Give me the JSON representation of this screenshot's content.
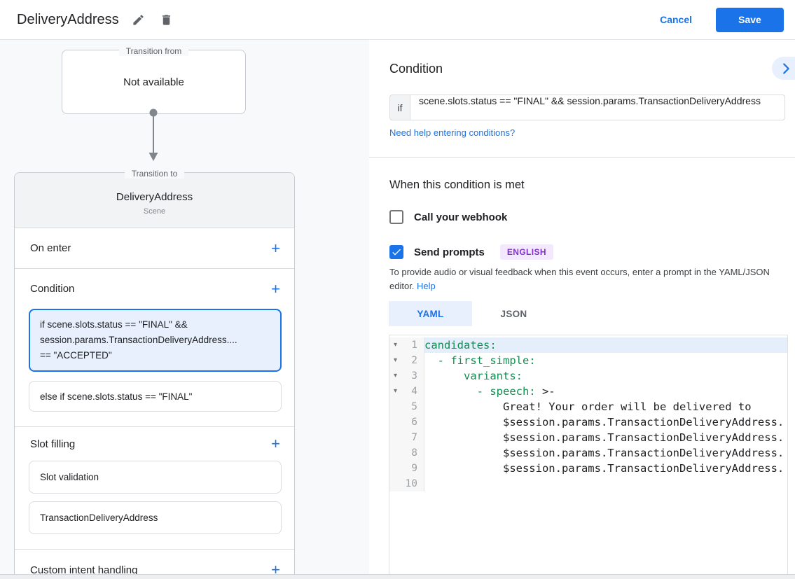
{
  "topbar": {
    "title": "DeliveryAddress",
    "cancel_label": "Cancel",
    "save_label": "Save"
  },
  "icons": {
    "add": "+",
    "fold": "▾"
  },
  "flow": {
    "from_label": "Transition from",
    "from_value": "Not available",
    "to_label": "Transition to",
    "scene_name": "DeliveryAddress",
    "scene_type": "Scene",
    "sections": {
      "on_enter": "On enter",
      "condition": "Condition",
      "slot_filling": "Slot filling",
      "custom_intent": "Custom intent handling"
    },
    "condition_chips": {
      "selected_lines": [
        "if scene.slots.status == \"FINAL\" &&",
        "session.params.TransactionDeliveryAddress....",
        "== \"ACCEPTED\""
      ],
      "else_chip": "else if scene.slots.status == \"FINAL\""
    },
    "slot_items": [
      "Slot validation",
      "TransactionDeliveryAddress"
    ]
  },
  "panel": {
    "title": "Condition",
    "if_label": "if",
    "if_value": "scene.slots.status == \"FINAL\" && session.params.TransactionDeliveryAddress",
    "help_link": "Need help entering conditions?",
    "met_heading": "When this condition is met",
    "webhook_label": "Call your webhook",
    "prompts_label": "Send prompts",
    "language_badge": "ENGLISH",
    "hint_text": "To provide audio or visual feedback when this event occurs, enter a prompt in the YAML/JSON editor.",
    "hint_help_label": "Help",
    "tabs": {
      "yaml": "YAML",
      "json": "JSON"
    }
  },
  "editor": {
    "lines": [
      {
        "n": "1",
        "fold": "▾",
        "key": "candidates:",
        "rest": ""
      },
      {
        "n": "2",
        "fold": "▾",
        "key": "  - first_simple:",
        "rest": ""
      },
      {
        "n": "3",
        "fold": "▾",
        "key": "      variants:",
        "rest": ""
      },
      {
        "n": "4",
        "fold": "▾",
        "key": "        - speech:",
        "rest": " >-"
      },
      {
        "n": "5",
        "fold": "",
        "key": "",
        "rest": "            Great! Your order will be delivered to"
      },
      {
        "n": "6",
        "fold": "",
        "key": "",
        "rest": "            $session.params.TransactionDeliveryAddress."
      },
      {
        "n": "7",
        "fold": "",
        "key": "",
        "rest": "            $session.params.TransactionDeliveryAddress."
      },
      {
        "n": "8",
        "fold": "",
        "key": "",
        "rest": "            $session.params.TransactionDeliveryAddress."
      },
      {
        "n": "9",
        "fold": "",
        "key": "",
        "rest": "            $session.params.TransactionDeliveryAddress."
      },
      {
        "n": "10",
        "fold": "",
        "key": "",
        "rest": ""
      }
    ]
  },
  "colors": {
    "accent_blue": "#1a73e8",
    "selected_chip_bg": "#e8f0fe",
    "badge_purple_text": "#8430ce",
    "badge_purple_bg": "#f3e8fd",
    "yaml_key_green": "#0d904f"
  }
}
